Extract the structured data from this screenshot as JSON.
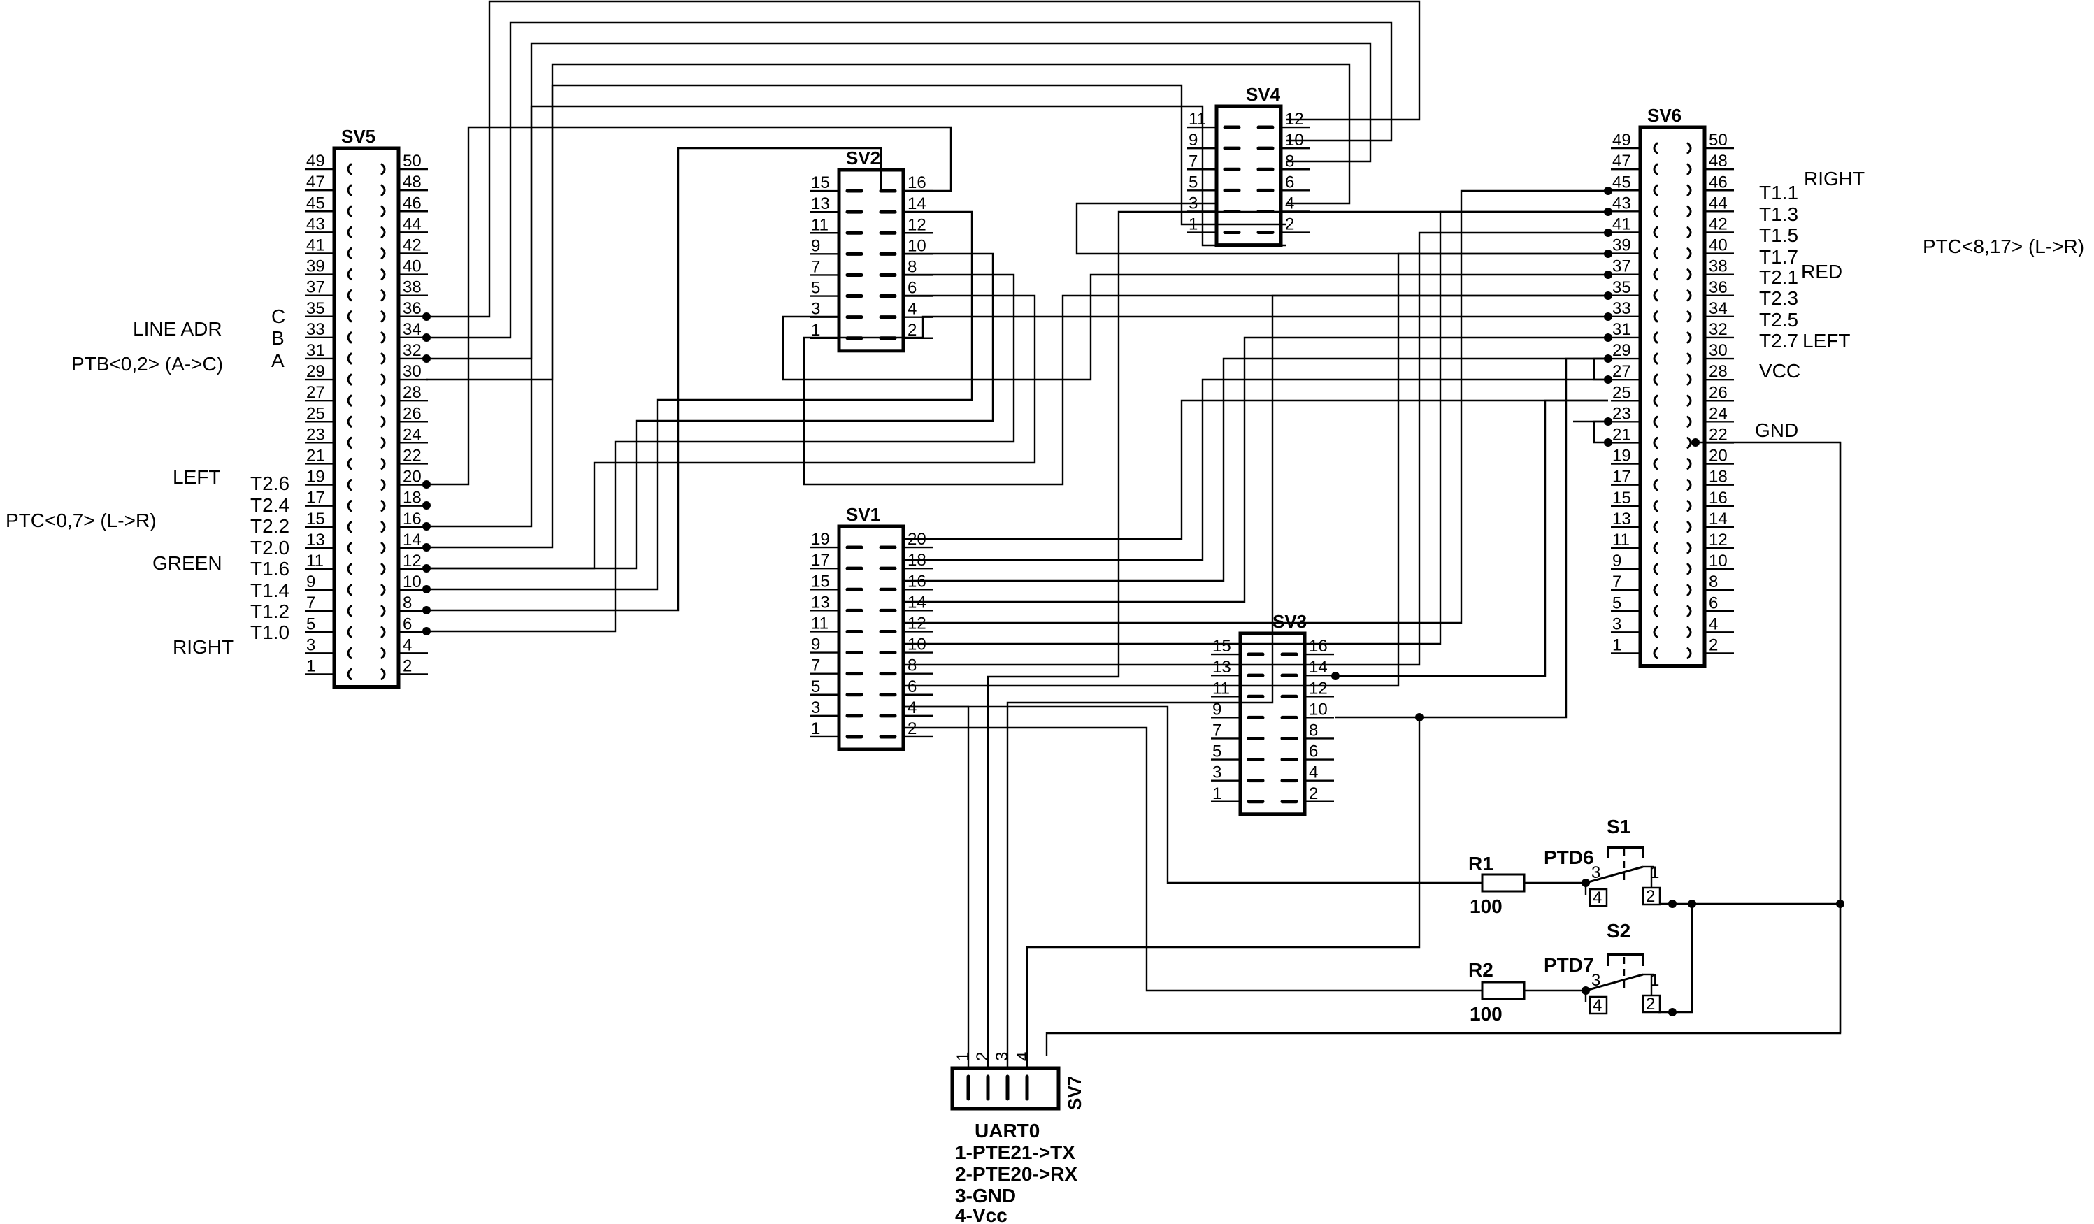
{
  "headers": {
    "SV5": "SV5",
    "SV6": "SV6",
    "SV4": "SV4",
    "SV2": "SV2",
    "SV1": "SV1",
    "SV3": "SV3",
    "SV7": "SV7"
  },
  "labels": {
    "line_adr": "LINE ADR",
    "ptb": "PTB<0,2> (A->C)",
    "c": "C",
    "b": "B",
    "a": "A",
    "left": "LEFT",
    "ptc07": "PTC<0,7> (L->R)",
    "green": "GREEN",
    "right": "RIGHT",
    "t26": "T2.6",
    "t24": "T2.4",
    "t22": "T2.2",
    "t20": "T2.0",
    "t16": "T1.6",
    "t14": "T1.4",
    "t12": "T1.2",
    "t10": "T1.0",
    "t11": "T1.1",
    "right2": "RIGHT",
    "t13": "T1.3",
    "t15": "T1.5",
    "t17": "T1.7",
    "t21": "T2.1",
    "red": "RED",
    "t23": "T2.3",
    "t25": "T2.5",
    "t27": "T2.7",
    "left2": "LEFT",
    "vcc": "VCC",
    "gnd": "GND",
    "ptc817": "PTC<8,17> (L->R)"
  },
  "components": {
    "r1": "R1",
    "r1_val": "100",
    "r2": "R2",
    "r2_val": "100",
    "s1": "S1",
    "s2": "S2",
    "ptd6": "PTD6",
    "ptd7": "PTD7",
    "s_pin1": "1",
    "s_pin2": "2",
    "s_pin3": "3",
    "s_pin4": "4"
  },
  "uart": {
    "title": "UART0",
    "line1": "1-PTE21->TX",
    "line2": "2-PTE20->RX",
    "line3": "3-GND",
    "line4": "4-Vcc",
    "p1": "1",
    "p2": "2",
    "p3": "3",
    "p4": "4"
  }
}
